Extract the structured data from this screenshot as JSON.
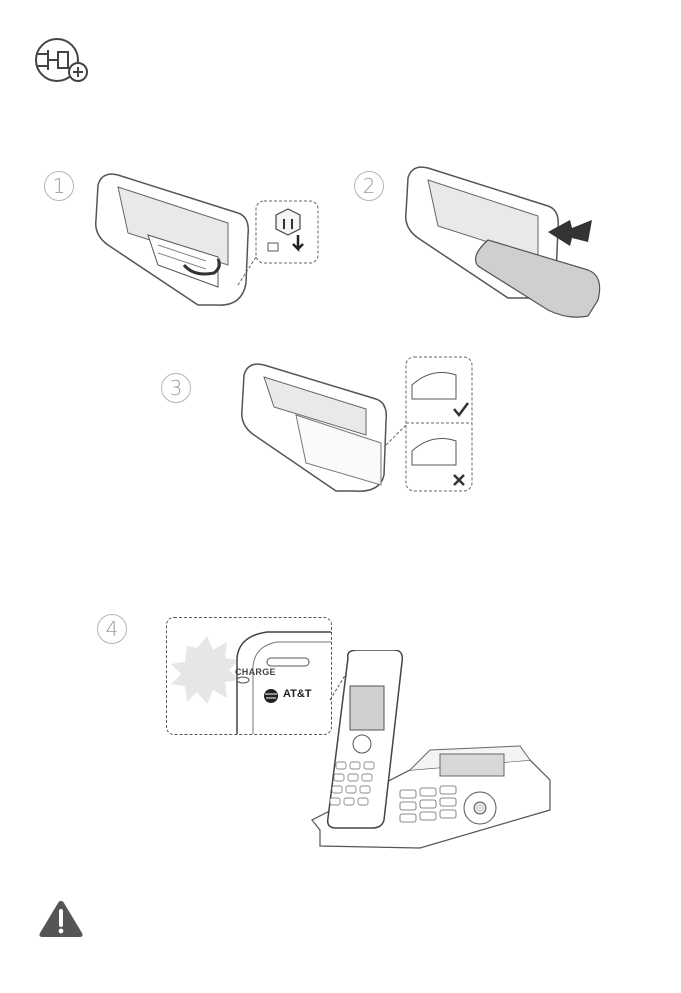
{
  "steps": [
    {
      "number": "1"
    },
    {
      "number": "2"
    },
    {
      "number": "3"
    },
    {
      "number": "4"
    }
  ],
  "callout": {
    "charge_label": "CHARGE",
    "brand": "AT&T"
  },
  "icons": {
    "header": "battery-connector-plus-icon",
    "warning": "warning-icon"
  }
}
